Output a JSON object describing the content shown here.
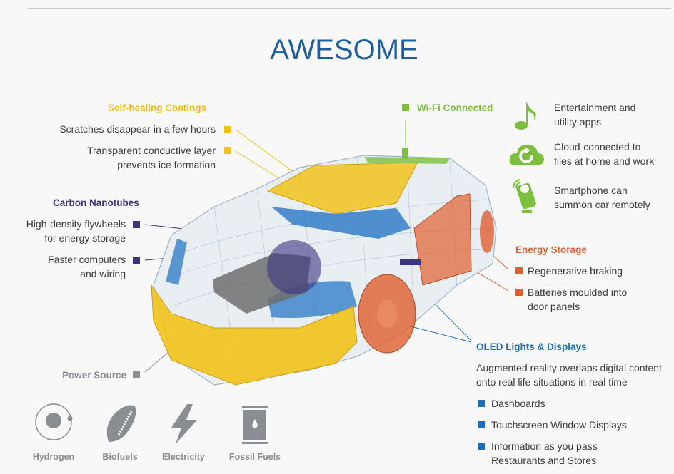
{
  "title": "AWESOME",
  "colors": {
    "yellow": "#f2c21b",
    "purple": "#3b3480",
    "green": "#7cbf3f",
    "orange": "#df5f2f",
    "blue": "#1b6fc0",
    "gray": "#8a8e92"
  },
  "self_healing": {
    "heading": "Self-healing Coatings",
    "items": [
      "Scratches disappear in a few hours",
      "Transparent conductive layer",
      "prevents ice formation"
    ]
  },
  "carbon": {
    "heading": "Carbon Nanotubes",
    "items": [
      "High-density flywheels",
      "for energy storage",
      "Faster computers",
      "and wiring"
    ]
  },
  "power": {
    "heading": "Power Source",
    "sources": [
      {
        "label": "Hydrogen",
        "icon": "atom-icon"
      },
      {
        "label": "Biofuels",
        "icon": "corn-icon"
      },
      {
        "label": "Electricity",
        "icon": "lightning-icon"
      },
      {
        "label": "Fossil Fuels",
        "icon": "oil-barrel-icon"
      }
    ]
  },
  "wifi": {
    "heading": "Wi-Fi Connected",
    "items": [
      {
        "l1": "Entertainment and",
        "l2": "utility apps",
        "icon": "music-note-icon"
      },
      {
        "l1": "Cloud-connected to",
        "l2": "files at home and work",
        "icon": "cloud-sync-icon"
      },
      {
        "l1": "Smartphone can",
        "l2": "summon car remotely",
        "icon": "smartphone-icon"
      }
    ]
  },
  "energy": {
    "heading": "Energy Storage",
    "items": [
      "Regenerative braking",
      "Batteries moulded into",
      "door panels"
    ]
  },
  "oled": {
    "heading": "OLED Lights & Displays",
    "desc1": "Augmented reality overlaps digital content",
    "desc2": "onto real life situations in real time",
    "items": [
      "Dashboards",
      "Touchscreen Window Displays",
      "Information as you pass",
      "Restaurants and Stores"
    ]
  }
}
